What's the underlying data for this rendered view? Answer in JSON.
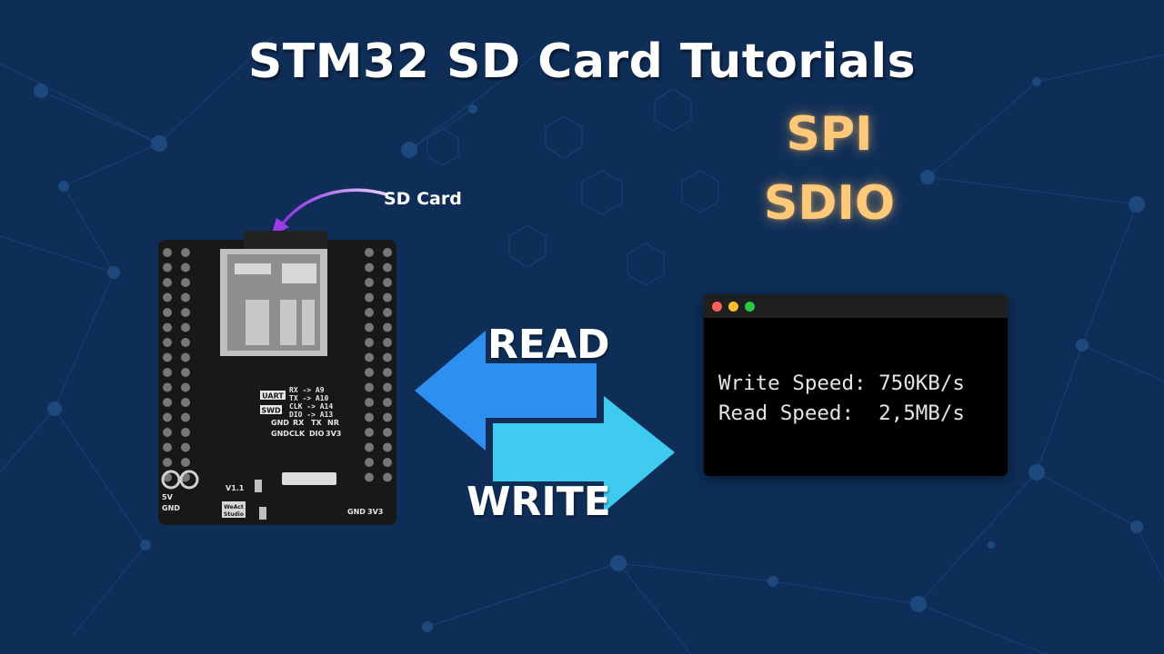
{
  "title": "STM32 SD Card Tutorials",
  "protocols": [
    "SPI",
    "SDIO"
  ],
  "sd_card_label": "SD Card",
  "arrows": {
    "read_label": "READ",
    "write_label": "WRITE"
  },
  "terminal": {
    "lines": [
      "Write Speed: 750KB/s",
      "Read Speed:  2,5MB/s"
    ]
  },
  "board": {
    "version": "V1.1",
    "brand_line1": "WeAct",
    "brand_line2": "Studio",
    "uart_tag": "UART",
    "swd_tag": "SWD",
    "pin_notes": [
      "RX -> A9",
      "TX -> A10",
      "CLK -> A14",
      "DIO -> A13"
    ],
    "header_row1": [
      "GND",
      "RX",
      "TX",
      "NR"
    ],
    "header_row2": [
      "GND",
      "CLK",
      "DIO",
      "3V3"
    ],
    "bottom_row": [
      "GND",
      "3V3"
    ],
    "side_row": [
      "5V",
      "GND"
    ]
  },
  "colors": {
    "background": "#0e2e58",
    "accent_protocol": "#ffc979",
    "read_arrow": "#2d8ff0",
    "write_arrow": "#3fcaf0",
    "pointer_arc": "#b43cf0"
  }
}
